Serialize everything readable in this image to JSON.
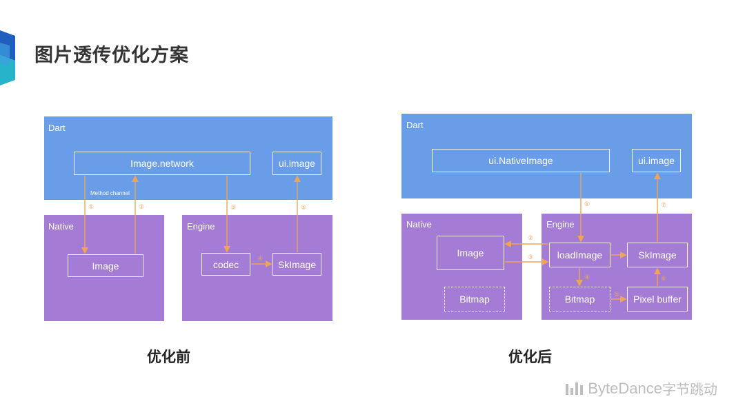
{
  "page": {
    "title": "图片透传优化方案"
  },
  "brand": {
    "name": "ByteDance",
    "cn": "字节跳动"
  },
  "left": {
    "caption": "优化前",
    "dart_label": "Dart",
    "native_label": "Native",
    "engine_label": "Engine",
    "boxes": {
      "image_network": "Image.network",
      "ui_image": "ui.image",
      "image": "Image",
      "codec": "codec",
      "skimage": "SkImage"
    },
    "method_channel": "Method channel",
    "steps": [
      "①",
      "②",
      "③",
      "④",
      "⑤"
    ]
  },
  "right": {
    "caption": "优化后",
    "dart_label": "Dart",
    "native_label": "Native",
    "engine_label": "Engine",
    "boxes": {
      "ui_native_image": "ui.NativeImage",
      "ui_image": "ui.image",
      "image": "Image",
      "bitmap_native": "Bitmap",
      "load_image": "loadImage",
      "skimage": "SkImage",
      "bitmap_engine": "Bitmap",
      "pixel_buffer": "Pixel buffer"
    },
    "steps": [
      "①",
      "②",
      "③",
      "④",
      "⑤",
      "⑥",
      "⑦"
    ]
  },
  "colors": {
    "dart": "#6a9de8",
    "native_engine": "#a47cd6",
    "arrow": "#f0a454"
  }
}
